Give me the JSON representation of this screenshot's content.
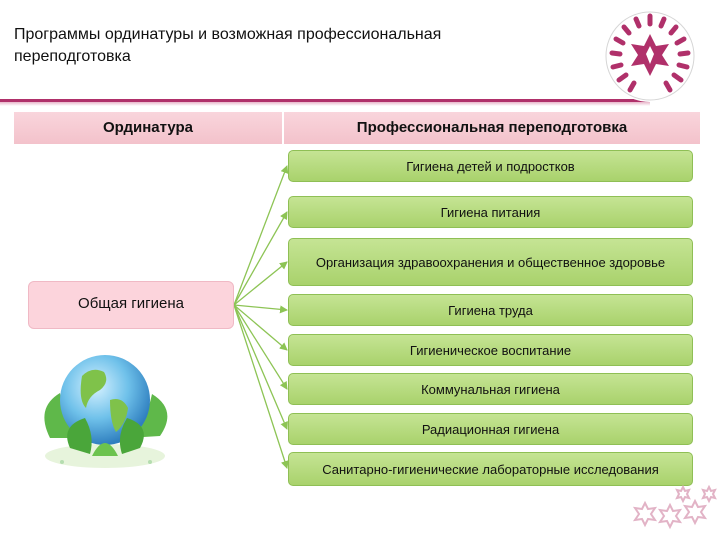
{
  "title": "Программы ординатуры и возможная профессиональная переподготовка",
  "header": {
    "left": "Ординатура",
    "right": "Профессиональная переподготовка"
  },
  "source": "Общая гигиена",
  "targets": [
    "Гигиена детей и подростков",
    "Гигиена питания",
    "Организация здравоохранения и общественное здоровье",
    "Гигиена труда",
    "Гигиеническое воспитание",
    "Коммунальная гигиена",
    "Радиационная гигиена",
    "Санитарно-гигиенические лабораторные исследования"
  ],
  "colors": {
    "accent": "#b0306a",
    "header_bg": "#f6cbd3",
    "source_bg": "#fcd4dc",
    "node_bg": "#b7db80",
    "arrow": "#8dc455"
  },
  "icons": [
    "logo-emblem-icon",
    "globe-with-leaves-icon",
    "decorative-stars-icon"
  ]
}
